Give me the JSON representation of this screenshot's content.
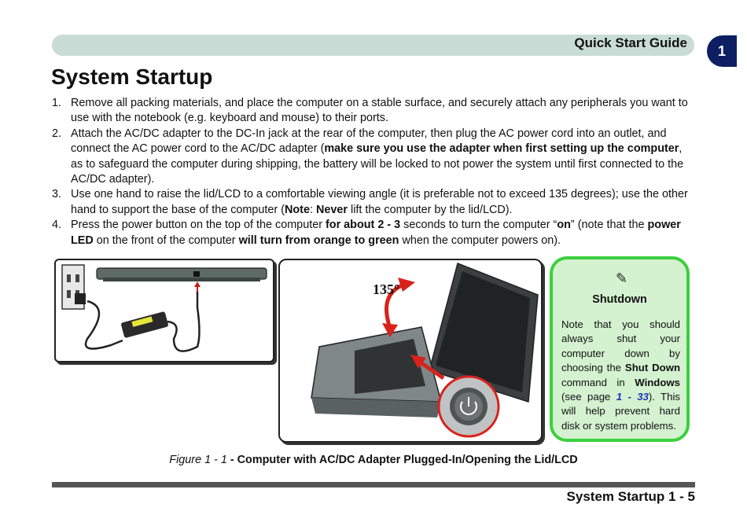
{
  "header": {
    "title": "Quick Start Guide",
    "chapter": "1"
  },
  "page_title": "System Startup",
  "steps": [
    {
      "num": "1.",
      "parts": [
        {
          "t": "Remove all packing materials, and place the computer on a stable surface, and securely attach any peripherals you want to use with the notebook (e.g. keyboard and mouse) to their ports."
        }
      ]
    },
    {
      "num": "2.",
      "parts": [
        {
          "t": "Attach the AC/DC adapter to the DC-In jack at the rear of the computer, then plug the AC power cord into an outlet, and connect the AC power cord to the AC/DC adapter ("
        },
        {
          "t": "make sure you use the adapter when first setting up the computer",
          "b": true
        },
        {
          "t": ", as to safeguard the computer during shipping, the battery will be locked to not power the system until first connected to the AC/DC adapter)."
        }
      ]
    },
    {
      "num": "3.",
      "parts": [
        {
          "t": "Use one hand to raise the lid/LCD to a comfortable viewing angle (it is preferable not to exceed 135 degrees); use the other hand to support the base of the computer ("
        },
        {
          "t": "Note",
          "b": true
        },
        {
          "t": ": "
        },
        {
          "t": "Never",
          "b": true
        },
        {
          "t": " lift the computer by the lid/LCD)."
        }
      ]
    },
    {
      "num": "4.",
      "parts": [
        {
          "t": "Press the power button on the top of the computer "
        },
        {
          "t": "for about 2 - 3",
          "b": true
        },
        {
          "t": " seconds to turn the computer “"
        },
        {
          "t": "on",
          "b": true
        },
        {
          "t": "” (note that the "
        },
        {
          "t": "power LED",
          "b": true
        },
        {
          "t": " on the front of the computer "
        },
        {
          "t": "will turn from orange to green",
          "b": true
        },
        {
          "t": " when the computer powers on)."
        }
      ]
    }
  ],
  "figure": {
    "angle_label": "135°",
    "caption_label": "Figure 1 - 1",
    "caption_text": " - Computer with AC/DC Adapter Plugged-In/Opening the Lid/LCD"
  },
  "note": {
    "icon": "pencil-icon",
    "title": "Shutdown",
    "t1": "Note that you should always shut your computer down by choosing the ",
    "b1": "Shut Down",
    "t2": " command in ",
    "b2": "Windows",
    "t3": " (see page ",
    "link": "1 - 33",
    "t4": "). This will help prevent hard disk or system problems."
  },
  "footer": {
    "text": "System Startup 1 - 5"
  },
  "colors": {
    "header_bar": "#c9dcd5",
    "chapter_badge": "#0d1e62",
    "note_bg": "#d4f1d0",
    "note_border": "#3bd03d",
    "arrow_red": "#d9221c"
  }
}
